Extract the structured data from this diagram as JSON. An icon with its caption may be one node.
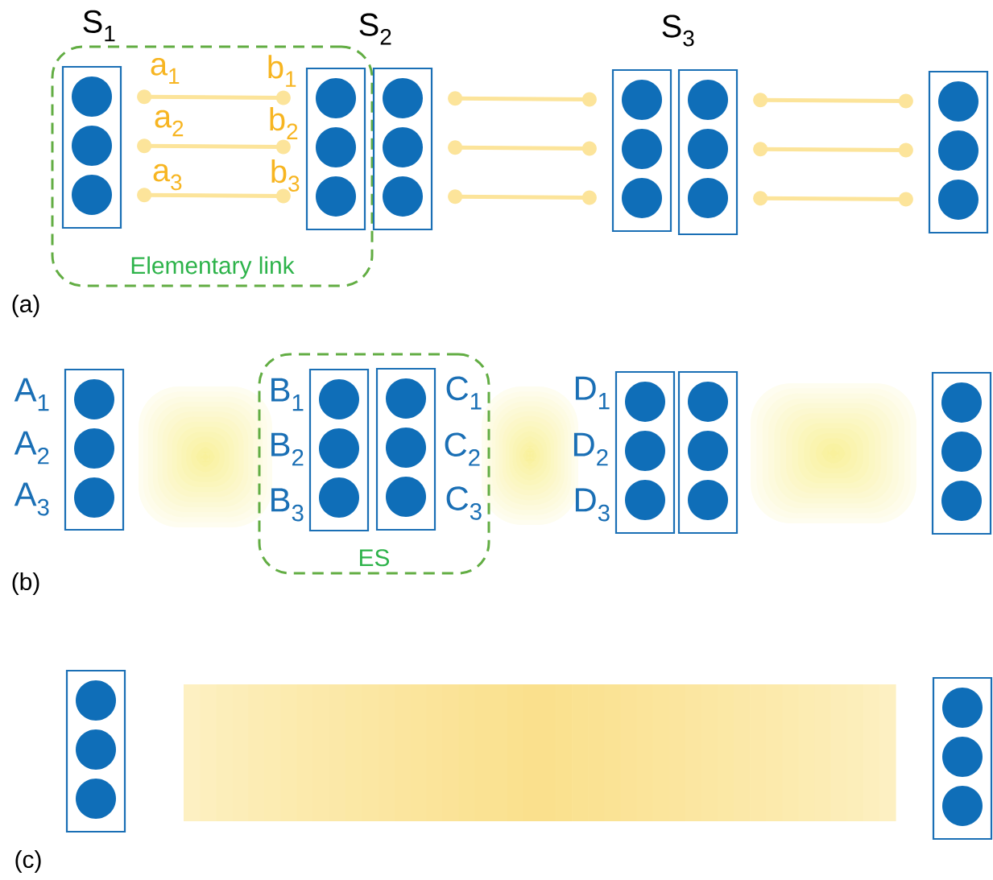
{
  "diagram": {
    "nodes": [
      {
        "text": [
          "Elementary link"
        ]
      },
      {
        "text": [],
        "shape": "box",
        "in": 0
      },
      {
        "text": [],
        "shape": "circle",
        "in": 1
      },
      {
        "text": [],
        "shape": "circle",
        "in": 1
      },
      {
        "text": [],
        "shape": "circle",
        "in": 1
      },
      {
        "text": [],
        "shape": "box",
        "in": 0
      },
      {
        "text": [],
        "shape": "circle",
        "in": 5
      },
      {
        "text": [],
        "shape": "circle",
        "in": 5
      },
      {
        "text": [],
        "shape": "circle",
        "in": 5
      },
      {
        "text": [],
        "shape": "box"
      },
      {
        "text": [],
        "shape": "circle",
        "in": 9
      },
      {
        "text": [],
        "shape": "circle",
        "in": 9
      },
      {
        "text": [],
        "shape": "circle",
        "in": 9
      },
      {
        "text": [],
        "shape": "box"
      },
      {
        "text": [],
        "shape": "circle",
        "in": 13
      },
      {
        "text": [],
        "shape": "circle",
        "in": 13
      },
      {
        "text": [],
        "shape": "circle",
        "in": 13
      },
      {
        "text": [],
        "shape": "box"
      },
      {
        "text": [],
        "shape": "circle",
        "in": 17
      },
      {
        "text": [],
        "shape": "circle",
        "in": 17
      },
      {
        "text": [],
        "shape": "circle",
        "in": 17
      },
      {
        "text": [],
        "shape": "box"
      },
      {
        "text": [],
        "shape": "circle",
        "in": 21
      },
      {
        "text": [],
        "shape": "circle",
        "in": 21
      },
      {
        "text": [],
        "shape": "circle",
        "in": 21
      },
      {
        "text": [
          "ES"
        ]
      },
      {
        "text": [],
        "shape": "box"
      },
      {
        "text": [],
        "shape": "circle",
        "in": 26
      },
      {
        "text": [],
        "shape": "circle",
        "in": 26
      },
      {
        "text": [],
        "shape": "circle",
        "in": 26
      },
      {
        "text": [],
        "shape": "box",
        "in": 25
      },
      {
        "text": [],
        "shape": "circle",
        "in": 30
      },
      {
        "text": [],
        "shape": "circle",
        "in": 30
      },
      {
        "text": [],
        "shape": "circle",
        "in": 30
      },
      {
        "text": [],
        "shape": "box",
        "in": 25
      },
      {
        "text": [],
        "shape": "circle",
        "in": 34
      },
      {
        "text": [],
        "shape": "circle",
        "in": 34
      },
      {
        "text": [],
        "shape": "circle",
        "in": 34
      },
      {
        "text": [],
        "shape": "box"
      },
      {
        "text": [],
        "shape": "circle",
        "in": 38
      },
      {
        "text": [],
        "shape": "circle",
        "in": 38
      },
      {
        "text": [],
        "shape": "circle",
        "in": 38
      },
      {
        "text": [],
        "shape": "box"
      },
      {
        "text": [],
        "shape": "circle",
        "in": 42
      },
      {
        "text": [],
        "shape": "circle",
        "in": 42
      },
      {
        "text": [],
        "shape": "circle",
        "in": 42
      },
      {
        "text": [],
        "shape": "box"
      },
      {
        "text": [],
        "shape": "circle",
        "in": 46
      },
      {
        "text": [],
        "shape": "circle",
        "in": 46
      },
      {
        "text": [],
        "shape": "circle",
        "in": 46
      },
      {
        "text": [],
        "shape": "box"
      },
      {
        "text": [],
        "shape": "circle",
        "in": 50
      },
      {
        "text": [],
        "shape": "circle",
        "in": 50
      },
      {
        "text": [],
        "shape": "circle",
        "in": 50
      },
      {
        "text": [],
        "shape": "box"
      },
      {
        "text": [],
        "shape": "circle",
        "in": 54
      },
      {
        "text": [],
        "shape": "circle",
        "in": 54
      },
      {
        "text": [],
        "shape": "circle",
        "in": 54
      }
    ],
    "edges": [
      {
        "from": 2,
        "to": 6,
        "arrow": "other"
      },
      {
        "from": 3,
        "to": 7,
        "arrow": "other"
      },
      {
        "from": 4,
        "to": 8,
        "arrow": "other"
      },
      {
        "from": 10,
        "to": 14,
        "arrow": "other"
      },
      {
        "from": 11,
        "to": 15,
        "arrow": "other"
      },
      {
        "from": 12,
        "to": 16,
        "arrow": "other"
      },
      {
        "from": 18,
        "to": 22,
        "arrow": "other"
      },
      {
        "from": 19,
        "to": 23,
        "arrow": "other"
      },
      {
        "from": 20,
        "to": 24,
        "arrow": "other"
      }
    ],
    "labels": [
      "S$_{1}$",
      "S$_{2}$",
      "S$_{3}$",
      "a$_{1}$",
      "b$_{1}$",
      "a$_{2}$",
      "b$_{2}$",
      "a$_{3}$",
      "b$_{3}$",
      "(a)",
      "A$_{1}$",
      "B$_{1}$",
      "C$_{1}$",
      "D$_{1}$",
      "A$_{2}$",
      "B$_{2}$",
      "C$_{2}$",
      "D$_{2}$",
      "A$_{3}$",
      "B$_{3}$",
      "C$_{3}$",
      "D$_{3}$",
      "(b)",
      "(c)"
    ]
  }
}
